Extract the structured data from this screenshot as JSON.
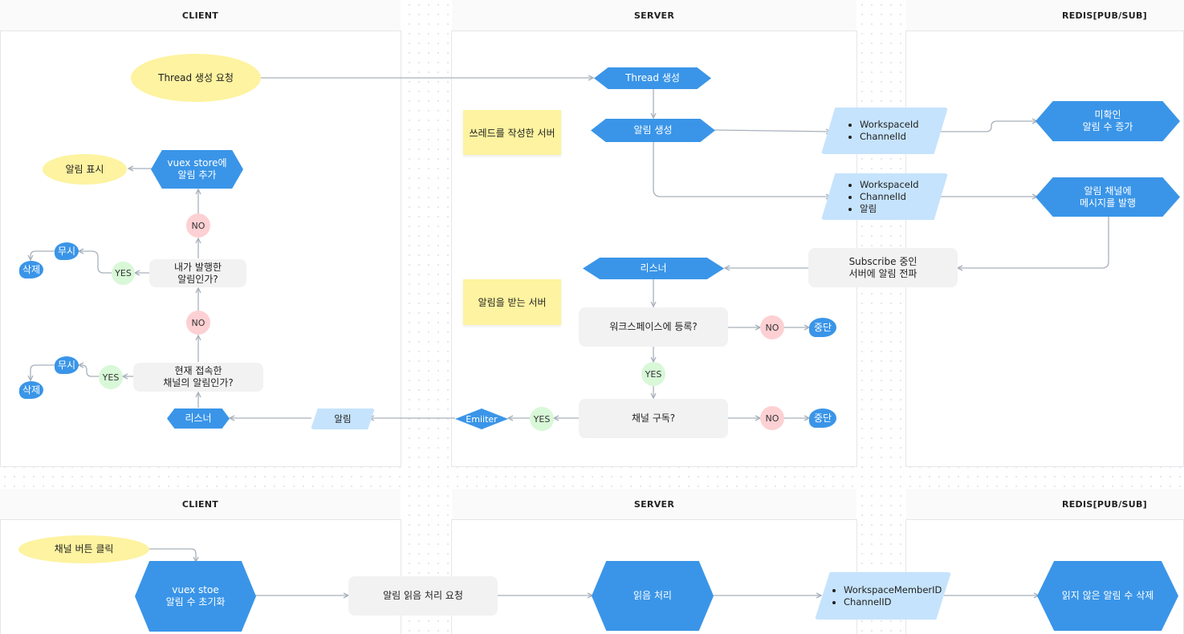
{
  "lanes_top": {
    "client": "CLIENT",
    "server": "SERVER",
    "redis": "REDIS[PUB/SUB]"
  },
  "lanes_bottom": {
    "client": "CLIENT",
    "server": "SERVER",
    "redis": "REDIS[PUB/SUB]"
  },
  "notes": {
    "writer_server": "쓰레드를 작성한 서버",
    "receiver_server": "알림을 받는 서버"
  },
  "top": {
    "thread_request": "Thread 생성 요청",
    "thread_create": "Thread 생성",
    "alarm_create": "알림 생성",
    "payload1": [
      "WorkspaceId",
      "ChannelId"
    ],
    "unread_increase": [
      "미확인",
      "알림 수 증가"
    ],
    "payload2": [
      "WorkspaceId",
      "ChannelId",
      "알림"
    ],
    "publish": [
      "알림 채널에",
      "메시지를 발행"
    ],
    "propagate": [
      "Subscribe 중인",
      "서버에 알림 전파"
    ],
    "server_listener": "리스너",
    "workspace_check": "워크스페이스에 등록?",
    "no_workspace": "NO",
    "stop_workspace": "중단",
    "yes_workspace": "YES",
    "channel_check": "채널 구독?",
    "no_channel": "NO",
    "stop_channel": "중단",
    "yes_channel": "YES",
    "emitter": "Emiiter",
    "alarm_pill": "알림",
    "client_listener": "리스너",
    "current_channel": [
      "현재 접속한",
      "채널의 알림인가?"
    ],
    "yes_current": "YES",
    "ignore1": "무시",
    "delete1": "삭제",
    "no_current": "NO",
    "mine_check": [
      "내가 발행한",
      "알림인가?"
    ],
    "yes_mine": "YES",
    "ignore2": "무시",
    "delete2": "삭제",
    "no_mine": "NO",
    "vuex_add": [
      "vuex store에",
      "알림 추가"
    ],
    "show_alarm": "알림 표시"
  },
  "bottom": {
    "channel_click": "채널 버튼 클릭",
    "vuex_init": [
      "vuex stoe",
      "알림 수 초기화"
    ],
    "read_request": "알림 읽음 처리 요청",
    "read_process": "읽음 처리",
    "payload": [
      "WorkspaceMemberID",
      "ChannelID"
    ],
    "unread_delete": "읽지 않은 알림 수 삭제"
  },
  "colors": {
    "blue": "#3a95e8",
    "yellow": "#fdf3a0",
    "light_blue": "#c5e3fc",
    "red_soft": "#fdd0d3",
    "green_soft": "#d8f8d8",
    "gray": "#f2f2f3",
    "connector": "#a7b0bb"
  }
}
